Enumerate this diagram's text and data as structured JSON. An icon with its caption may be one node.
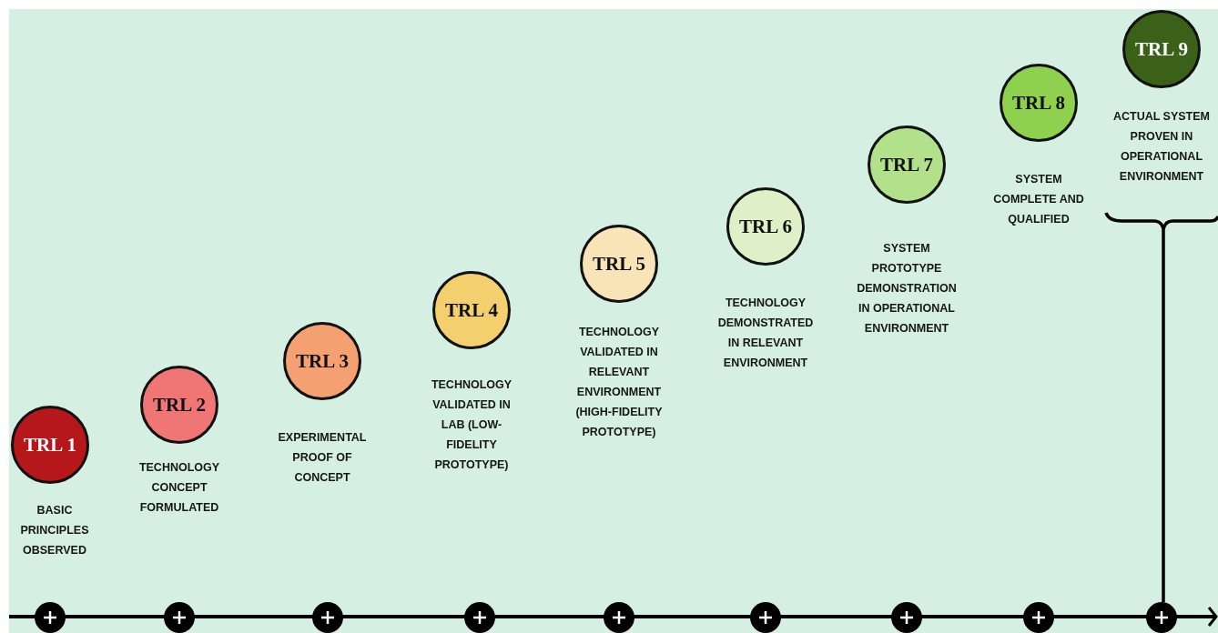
{
  "diagram": {
    "nodes": [
      {
        "text": [
          "TRL 1"
        ],
        "beside": [
          "BASIC PRINCIPLES OBSERVED"
        ]
      },
      {
        "text": [
          "TRL 2"
        ],
        "beside": [
          "TECHNOLOGY CONCEPT FORMULATED"
        ]
      },
      {
        "text": [
          "TRL 3"
        ],
        "beside": [
          "EXPERIMENTAL PROOF OF CONCEPT"
        ]
      },
      {
        "text": [
          "TRL 4"
        ],
        "beside": [
          "TECHNOLOGY VALIDATED IN LAB (LOW-FIDELITY PROTOTYPE)"
        ]
      },
      {
        "text": [
          "TRL 5"
        ],
        "beside": [
          "TECHNOLOGY VALIDATED IN RELEVANT ENVIRONMENT (HIGH-FIDELITY PROTOTYPE)"
        ]
      },
      {
        "text": [
          "TRL 6"
        ],
        "beside": [
          "TECHNOLOGY DEMONSTRATED IN RELEVANT ENVIRONMENT"
        ]
      },
      {
        "text": [
          "TRL 7"
        ],
        "beside": [
          "SYSTEM PROTOTYPE DEMONSTRATION IN OPERATIONAL ENVIRONMENT"
        ]
      },
      {
        "text": [
          "TRL 8"
        ],
        "beside": [
          "SYSTEM COMPLETE AND QUALIFIED"
        ]
      },
      {
        "text": [
          "TRL 9"
        ],
        "beside": [
          "ACTUAL SYSTEM PROVEN IN OPERATIONAL ENVIRONMENT"
        ]
      }
    ]
  }
}
